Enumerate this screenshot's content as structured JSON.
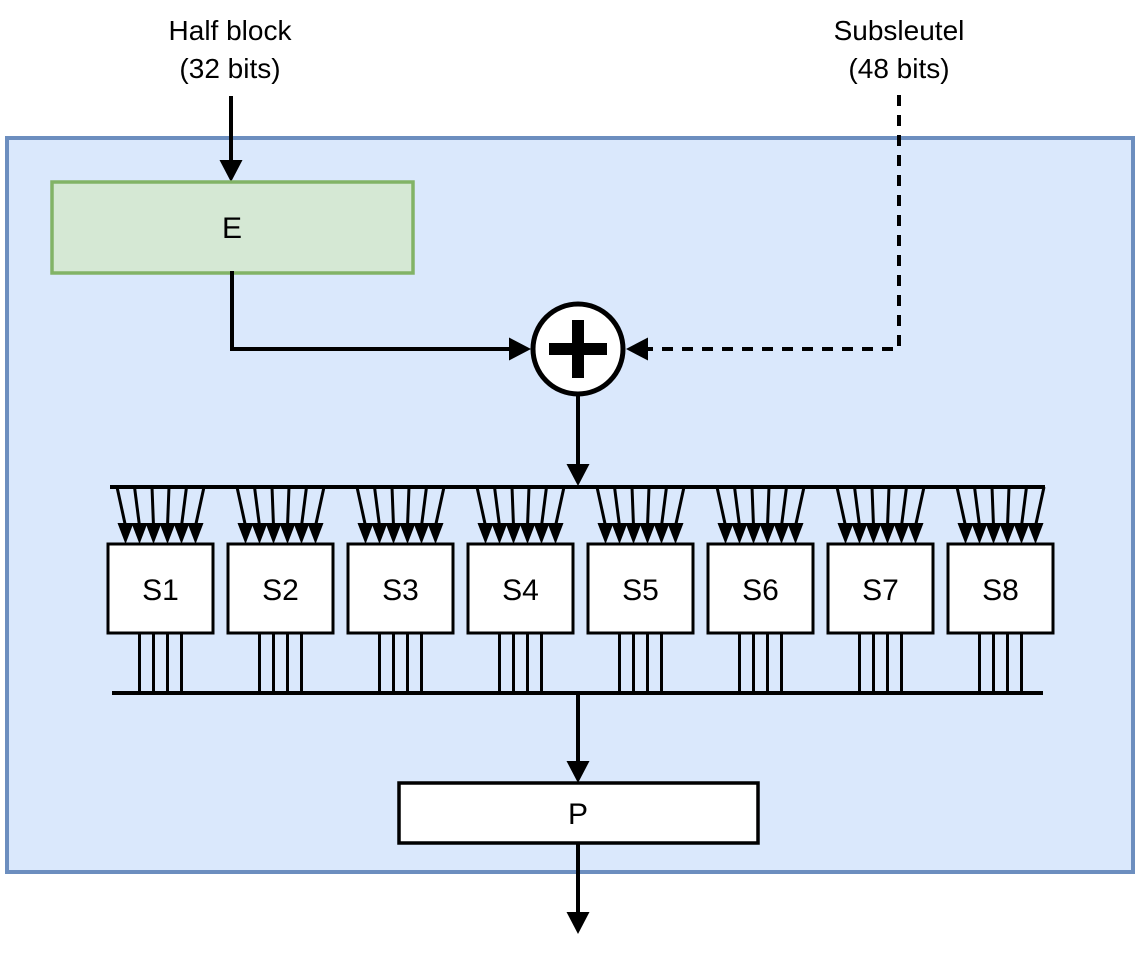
{
  "labels": {
    "half_block": {
      "line1": "Half block",
      "line2": "(32 bits)"
    },
    "subkey": {
      "line1": "Subsleutel",
      "line2": "(48 bits)"
    }
  },
  "boxes": {
    "expansion": "E",
    "permutation": "P"
  },
  "sboxes": [
    "S1",
    "S2",
    "S3",
    "S4",
    "S5",
    "S6",
    "S7",
    "S8"
  ],
  "icons": {
    "xor": "circle-plus"
  },
  "colors": {
    "background": "#ffffff",
    "container_fill": "#dae8fc",
    "container_stroke": "#6c8ebf",
    "expansion_fill": "#d5e8d4",
    "expansion_stroke": "#82b366",
    "box_fill": "#ffffff",
    "box_stroke": "#000000",
    "line": "#000000"
  }
}
